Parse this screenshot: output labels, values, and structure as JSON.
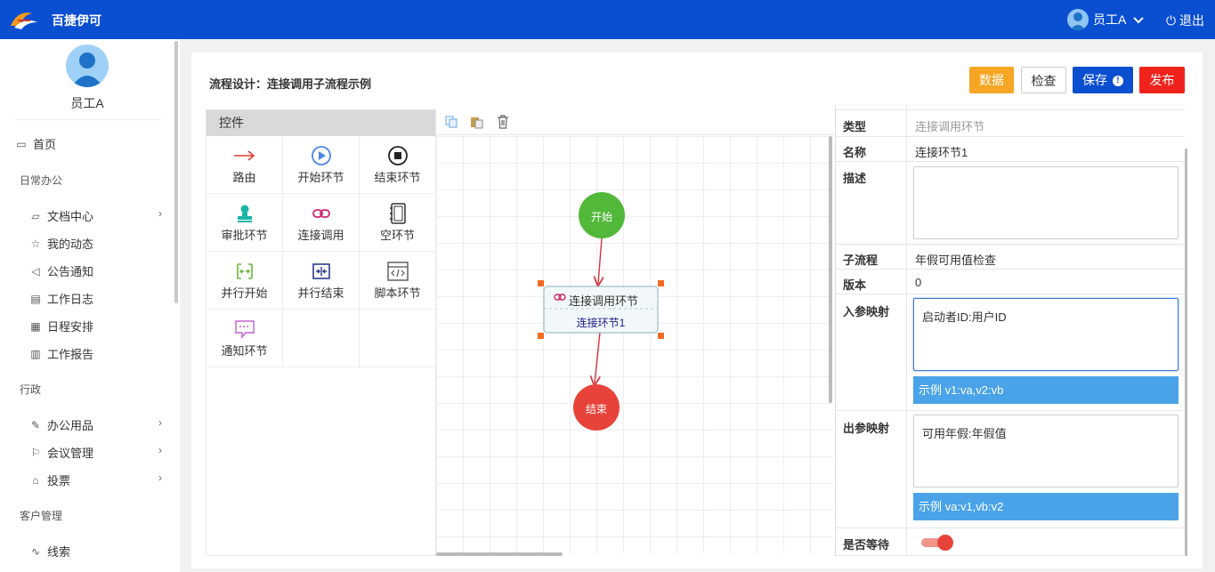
{
  "header": {
    "brand": "百捷伊可",
    "user": "员工A",
    "logout": "退出"
  },
  "sidebar": {
    "user": "员工A",
    "home": "首页",
    "sections": [
      {
        "title": "日常办公",
        "items": [
          "文档中心",
          "我的动态",
          "公告通知",
          "工作日志",
          "日程安排",
          "工作报告"
        ]
      },
      {
        "title": "行政",
        "items": [
          "办公用品",
          "会议管理",
          "投票"
        ]
      },
      {
        "title": "客户管理",
        "items": [
          "线索"
        ]
      }
    ]
  },
  "page": {
    "title": "流程设计：连接调用子流程示例",
    "buttons": {
      "data": "数据",
      "check": "检查",
      "save": "保存",
      "publish": "发布"
    }
  },
  "controls": {
    "title": "控件",
    "items": [
      "路由",
      "开始环节",
      "结束环节",
      "审批环节",
      "连接调用",
      "空环节",
      "并行开始",
      "并行结束",
      "脚本环节",
      "通知环节"
    ]
  },
  "diagram": {
    "start": "开始",
    "end": "结束",
    "node_title": "连接调用环节",
    "node_name": "连接环节1"
  },
  "properties": {
    "type_label": "类型",
    "type_value": "连接调用环节",
    "name_label": "名称",
    "name_value": "连接环节1",
    "desc_label": "描述",
    "desc_value": "",
    "subflow_label": "子流程",
    "subflow_value": "年假可用值检查",
    "version_label": "版本",
    "version_value": "0",
    "in_label": "入参映射",
    "in_value": "启动者ID:用户ID",
    "in_hint": "示例 v1:va,v2:vb",
    "out_label": "出参映射",
    "out_value": "可用年假:年假值",
    "out_hint": "示例 va:v1,vb:v2",
    "wait_label": "是否等待"
  },
  "colors": {
    "topbar": "#0b4fd1",
    "data_btn": "#f5a623",
    "save_btn": "#0b4fd1",
    "publish_btn": "#f0231c",
    "start": "#52b83a",
    "end": "#e8433a",
    "hint": "#4aa3e8"
  }
}
